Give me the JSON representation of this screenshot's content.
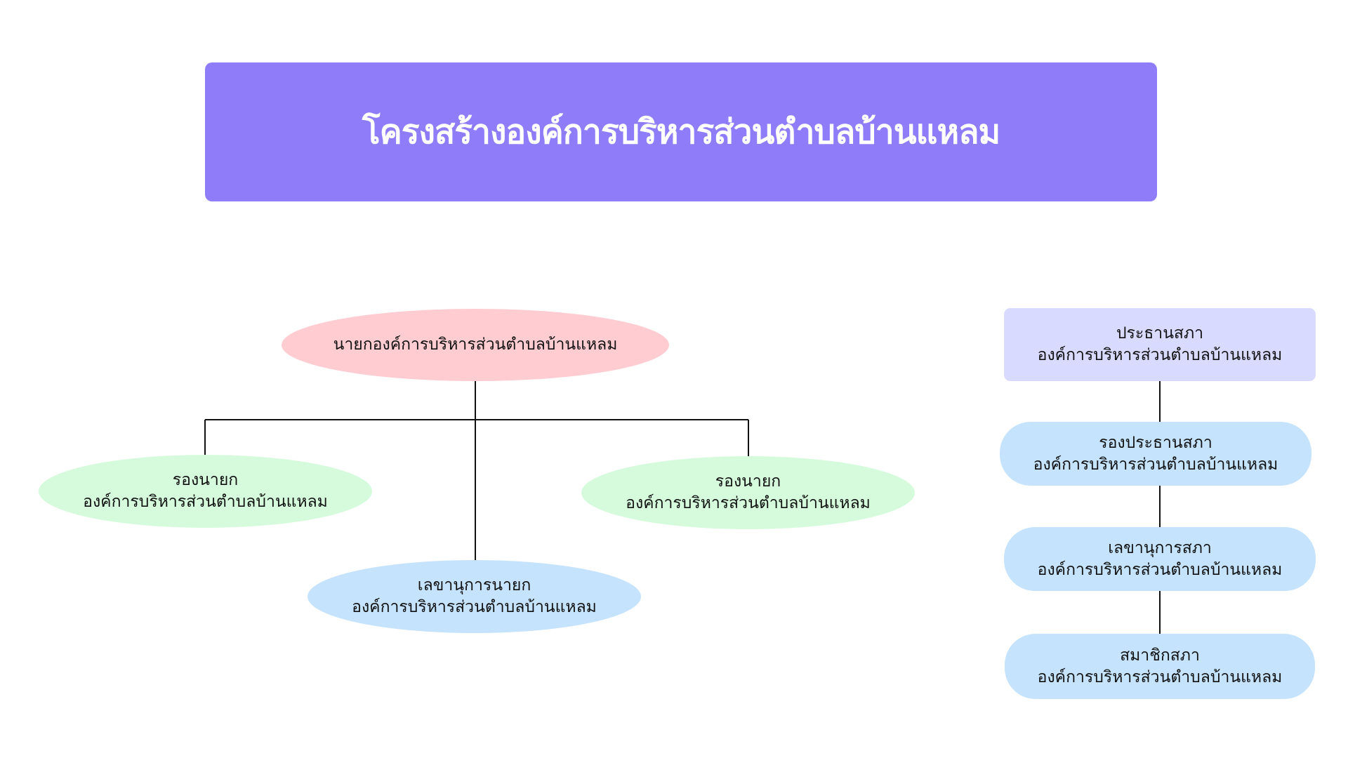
{
  "title": "โครงสร้างองค์การบริหารส่วนตำบลบ้านแหลม",
  "colors": {
    "banner": "#8e7cf9",
    "mayor": "#ffccd2",
    "deputy": "#d6fbdc",
    "secretary": "#c5e3fc",
    "council_head": "#d9daff",
    "council": "#c5e3fc",
    "line": "#111111"
  },
  "executive": {
    "mayor": {
      "label": "นายกองค์การบริหารส่วนตำบลบ้านแหลม"
    },
    "deputy_left": {
      "line1": "รองนายก",
      "line2": "องค์การบริหารส่วนตำบลบ้านแหลม"
    },
    "deputy_right": {
      "line1": "รองนายก",
      "line2": "องค์การบริหารส่วนตำบลบ้านแหลม"
    },
    "secretary": {
      "line1": "เลขานุการนายก",
      "line2": "องค์การบริหารส่วนตำบลบ้านแหลม"
    }
  },
  "council": {
    "president": {
      "line1": "ประธานสภา",
      "line2": "องค์การบริหารส่วนตำบลบ้านแหลม"
    },
    "vice_president": {
      "line1": "รองประธานสภา",
      "line2": "องค์การบริหารส่วนตำบลบ้านแหลม"
    },
    "secretary": {
      "line1": "เลขานุการสภา",
      "line2": "องค์การบริหารส่วนตำบลบ้านแหลม"
    },
    "members": {
      "line1": "สมาชิกสภา",
      "line2": "องค์การบริหารส่วนตำบลบ้านแหลม"
    }
  }
}
